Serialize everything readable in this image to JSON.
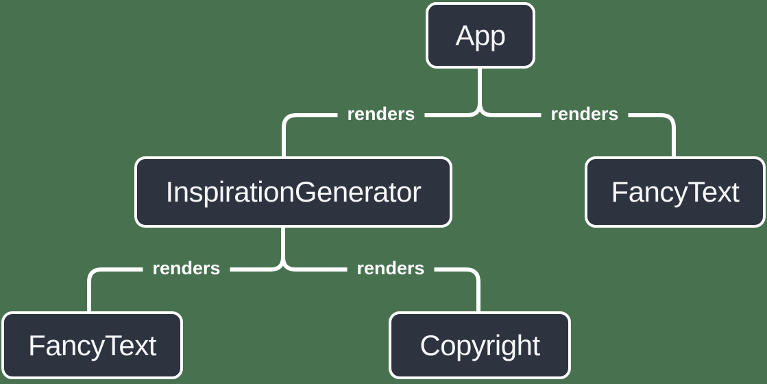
{
  "palette": {
    "background": "#487150",
    "node_fill": "#2D3440",
    "node_border": "#FFFFFF",
    "line": "#FFFFFF",
    "text": "#F6F7F9"
  },
  "diagram": {
    "type": "component-render-tree",
    "nodes": [
      {
        "id": "app",
        "label": "App"
      },
      {
        "id": "inspiration-generator",
        "label": "InspirationGenerator"
      },
      {
        "id": "fancy-text-top",
        "label": "FancyText"
      },
      {
        "id": "fancy-text-bottom",
        "label": "FancyText"
      },
      {
        "id": "copyright",
        "label": "Copyright"
      }
    ],
    "edges": [
      {
        "from": "App",
        "to": "InspirationGenerator",
        "label": "renders"
      },
      {
        "from": "App",
        "to": "FancyText",
        "label": "renders"
      },
      {
        "from": "InspirationGenerator",
        "to": "FancyText",
        "label": "renders"
      },
      {
        "from": "InspirationGenerator",
        "to": "Copyright",
        "label": "renders"
      }
    ]
  }
}
